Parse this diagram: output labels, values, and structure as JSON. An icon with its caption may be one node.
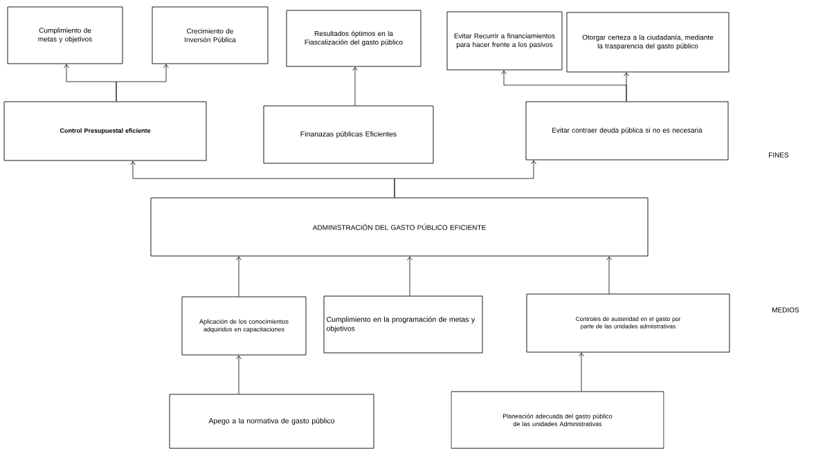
{
  "diagram": {
    "nodes": [
      {
        "text": [
          "Cumplimiento de metas y objetivos"
        ]
      },
      {
        "text": [
          "Crecimiento de Inversón Pública"
        ]
      },
      {
        "text": [
          "Resultados óptimos en la Fiascalización del gasto público"
        ]
      },
      {
        "text": [
          "Evitar Recurrir a financiamientos para hacer frente a los pasivos"
        ]
      },
      {
        "text": [
          "Otorgar certeza a la ciudadanía, mediante la trasparencia del gasto público"
        ]
      },
      {
        "text": [
          "Control Presupuestal eficiente"
        ]
      },
      {
        "text": [
          "Finanazas públicas Eficientes"
        ]
      },
      {
        "text": [
          "Evitar contraer deuda pública si no es necesaria"
        ]
      },
      {
        "text": [
          "ADMINISTRACIÓN DEL GASTO PÚBLICO EFICIENTE"
        ]
      },
      {
        "text": [
          "Aplicación de los conocimientos adquiridos en capacitaciones"
        ]
      },
      {
        "text": [
          "Cumplimiento en la programación de metas y objetivos"
        ]
      },
      {
        "text": [
          "Controles de austeridad en el gasto por parte de las unidades admiistrativas"
        ]
      },
      {
        "text": [
          "Apego a la normativa de gasto público"
        ]
      },
      {
        "text": [
          "Planeación adecuada del gasto público de las unidades Administrativas"
        ]
      }
    ],
    "edges": [
      {
        "from": 5,
        "to": 0,
        "arrow": "to"
      },
      {
        "from": 5,
        "to": 1,
        "arrow": "to"
      },
      {
        "from": 6,
        "to": 2,
        "arrow": "to"
      },
      {
        "from": 7,
        "to": 3,
        "arrow": "to"
      },
      {
        "from": 7,
        "to": 4,
        "arrow": "to"
      },
      {
        "from": 8,
        "to": 5,
        "arrow": "to"
      },
      {
        "from": 8,
        "to": 7,
        "arrow": "to"
      },
      {
        "from": 9,
        "to": 8,
        "arrow": "to"
      },
      {
        "from": 10,
        "to": 8,
        "arrow": "to"
      },
      {
        "from": 11,
        "to": 8,
        "arrow": "to"
      },
      {
        "from": 12,
        "to": 9,
        "arrow": "to"
      },
      {
        "from": 13,
        "to": 11,
        "arrow": "to"
      }
    ],
    "labels": [
      "FINES",
      "MEDIOS"
    ]
  }
}
